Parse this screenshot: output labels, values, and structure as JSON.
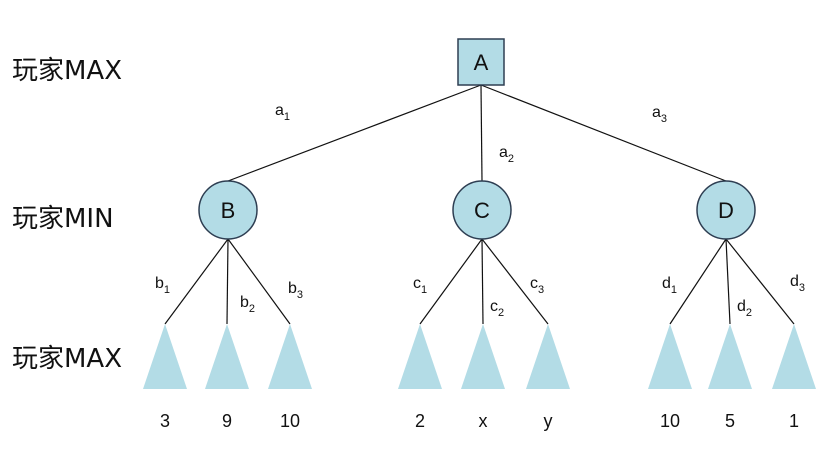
{
  "colors": {
    "node_fill": "#b3dce6",
    "node_stroke": "#2e3e52",
    "leaf_fill": "#b3dce6",
    "edge": "#111111"
  },
  "row_labels": {
    "top": "玩家MAX",
    "middle": "玩家MIN",
    "bottom": "玩家MAX"
  },
  "root": {
    "label": "A",
    "shape": "square"
  },
  "children": [
    {
      "label": "B",
      "edge_label": {
        "base": "a",
        "sub": "1"
      },
      "leaves": [
        {
          "edge": {
            "base": "b",
            "sub": "1"
          },
          "value": "3"
        },
        {
          "edge": {
            "base": "b",
            "sub": "2"
          },
          "value": "9"
        },
        {
          "edge": {
            "base": "b",
            "sub": "3"
          },
          "value": "10"
        }
      ]
    },
    {
      "label": "C",
      "edge_label": {
        "base": "a",
        "sub": "2"
      },
      "leaves": [
        {
          "edge": {
            "base": "c",
            "sub": "1"
          },
          "value": "2"
        },
        {
          "edge": {
            "base": "c",
            "sub": "2"
          },
          "value": "x"
        },
        {
          "edge": {
            "base": "c",
            "sub": "3"
          },
          "value": "y"
        }
      ]
    },
    {
      "label": "D",
      "edge_label": {
        "base": "a",
        "sub": "3"
      },
      "leaves": [
        {
          "edge": {
            "base": "d",
            "sub": "1"
          },
          "value": "10"
        },
        {
          "edge": {
            "base": "d",
            "sub": "2"
          },
          "value": "5"
        },
        {
          "edge": {
            "base": "d",
            "sub": "3"
          },
          "value": "1"
        }
      ]
    }
  ]
}
